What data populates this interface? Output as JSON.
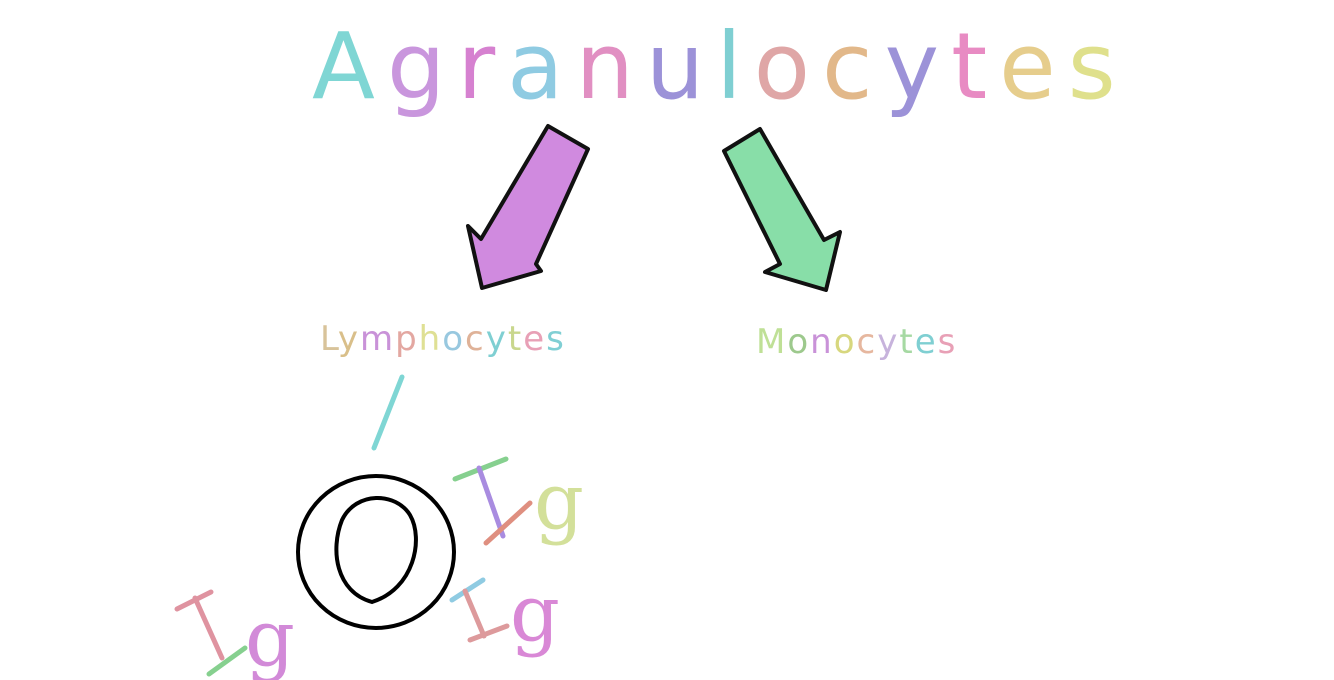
{
  "diagram": {
    "title": "Agranulocytes",
    "title_colors": [
      "#7fd6d4",
      "#c996dd",
      "#d681d0",
      "#8fcbe2",
      "#e18fc2",
      "#9c92d8",
      "#7fcfd2",
      "#dfa6a6",
      "#e2b88a",
      "#9c92d8",
      "#e88bc3",
      "#e6cd8c",
      "#dfe08c"
    ],
    "left_branch": {
      "label": "Lymphocytes",
      "label_colors": [
        "#d8c39a",
        "#d9bf8a",
        "#c992d8",
        "#e3a7a1",
        "#dfe094",
        "#98c8df",
        "#dfb298",
        "#7fcfd2",
        "#c9d78d",
        "#e8a0b6",
        "#80cfd4"
      ],
      "arrow_color": "#d08adf"
    },
    "right_branch": {
      "label": "Monocytes",
      "label_colors": [
        "#bfe096",
        "#9dc98d",
        "#c992d8",
        "#d7d77e",
        "#e6b79f",
        "#c7b3dc",
        "#a6d9a3",
        "#7fcfd2",
        "#e8a0b6"
      ],
      "arrow_color": "#88dea8"
    },
    "antibodies": [
      {
        "text": "Ig",
        "i_color": "#df93a0",
        "g_color": "#d28ad8"
      },
      {
        "text": "Ig",
        "i_color": "#a98ce0",
        "g_color": "#d3e09a"
      },
      {
        "text": "Ig",
        "i_color": "#dd9a9c",
        "g_color": "#d988d6"
      }
    ],
    "cell_outline_color": "#000000",
    "connector_color": "#7fd6d4"
  }
}
